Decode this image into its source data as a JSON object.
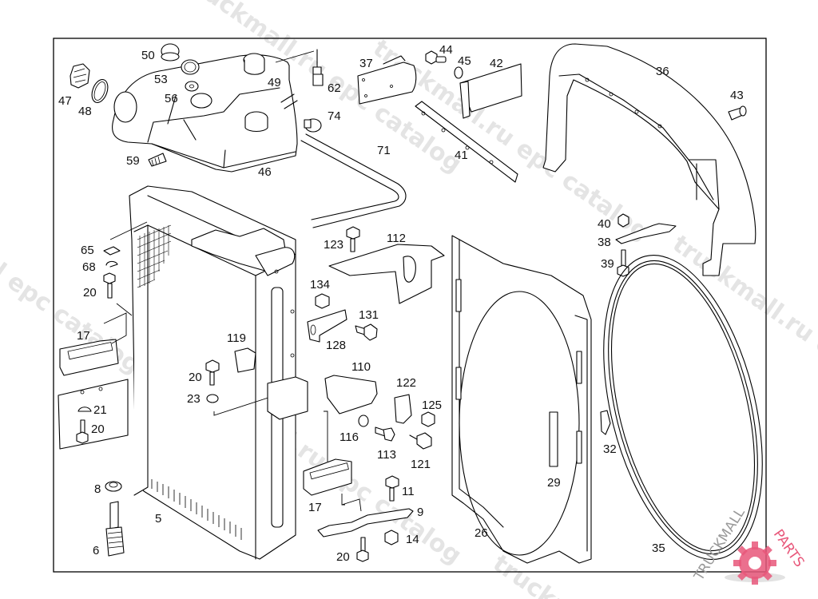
{
  "diagram": {
    "title": "Radiator, expansion tank and fan shroud – exploded parts view",
    "callouts": [
      {
        "id": "p50",
        "label": "50"
      },
      {
        "id": "p53",
        "label": "53"
      },
      {
        "id": "p56",
        "label": "56"
      },
      {
        "id": "p49",
        "label": "49"
      },
      {
        "id": "p47",
        "label": "47"
      },
      {
        "id": "p48",
        "label": "48"
      },
      {
        "id": "p62",
        "label": "62"
      },
      {
        "id": "p74",
        "label": "74"
      },
      {
        "id": "p59",
        "label": "59"
      },
      {
        "id": "p46",
        "label": "46"
      },
      {
        "id": "p71",
        "label": "71"
      },
      {
        "id": "p37",
        "label": "37"
      },
      {
        "id": "p44",
        "label": "44"
      },
      {
        "id": "p45",
        "label": "45"
      },
      {
        "id": "p42",
        "label": "42"
      },
      {
        "id": "p41",
        "label": "41"
      },
      {
        "id": "p36",
        "label": "36"
      },
      {
        "id": "p43",
        "label": "43"
      },
      {
        "id": "p40",
        "label": "40"
      },
      {
        "id": "p38",
        "label": "38"
      },
      {
        "id": "p39",
        "label": "39"
      },
      {
        "id": "p65",
        "label": "65"
      },
      {
        "id": "p68",
        "label": "68"
      },
      {
        "id": "p20a",
        "label": "20"
      },
      {
        "id": "p17a",
        "label": "17"
      },
      {
        "id": "p21",
        "label": "21"
      },
      {
        "id": "p20b",
        "label": "20"
      },
      {
        "id": "p119",
        "label": "119"
      },
      {
        "id": "p20c",
        "label": "20"
      },
      {
        "id": "p23",
        "label": "23"
      },
      {
        "id": "p123",
        "label": "123"
      },
      {
        "id": "p112",
        "label": "112"
      },
      {
        "id": "p134",
        "label": "134"
      },
      {
        "id": "p131",
        "label": "131"
      },
      {
        "id": "p128",
        "label": "128"
      },
      {
        "id": "p110",
        "label": "110"
      },
      {
        "id": "p122",
        "label": "122"
      },
      {
        "id": "p125",
        "label": "125"
      },
      {
        "id": "p116",
        "label": "116"
      },
      {
        "id": "p113",
        "label": "113"
      },
      {
        "id": "p121",
        "label": "121"
      },
      {
        "id": "p11",
        "label": "11"
      },
      {
        "id": "p9",
        "label": "9"
      },
      {
        "id": "p14",
        "label": "14"
      },
      {
        "id": "p17b",
        "label": "17"
      },
      {
        "id": "p20d",
        "label": "20"
      },
      {
        "id": "p8",
        "label": "8"
      },
      {
        "id": "p6",
        "label": "6"
      },
      {
        "id": "p5",
        "label": "5"
      },
      {
        "id": "p29",
        "label": "29"
      },
      {
        "id": "p32",
        "label": "32"
      },
      {
        "id": "p26",
        "label": "26"
      },
      {
        "id": "p35",
        "label": "35"
      }
    ]
  },
  "watermarks": [
    {
      "id": "wm1",
      "text": "truckmall.ru epc catalog"
    },
    {
      "id": "wm2",
      "text": "l epc catalog"
    },
    {
      "id": "wm3",
      "text": "truckmall.ru epc catalog"
    },
    {
      "id": "wm4",
      "text": "truckmall.ru e"
    },
    {
      "id": "wm5",
      "text": "truckmall.ru epc catalog"
    },
    {
      "id": "wm6",
      "text": "truckm"
    }
  ],
  "logo": {
    "text_left": "TRUCKMALL",
    "text_right": "PARTS",
    "brand_color": "#e8577a",
    "shadow_color": "#cfcfcf"
  }
}
